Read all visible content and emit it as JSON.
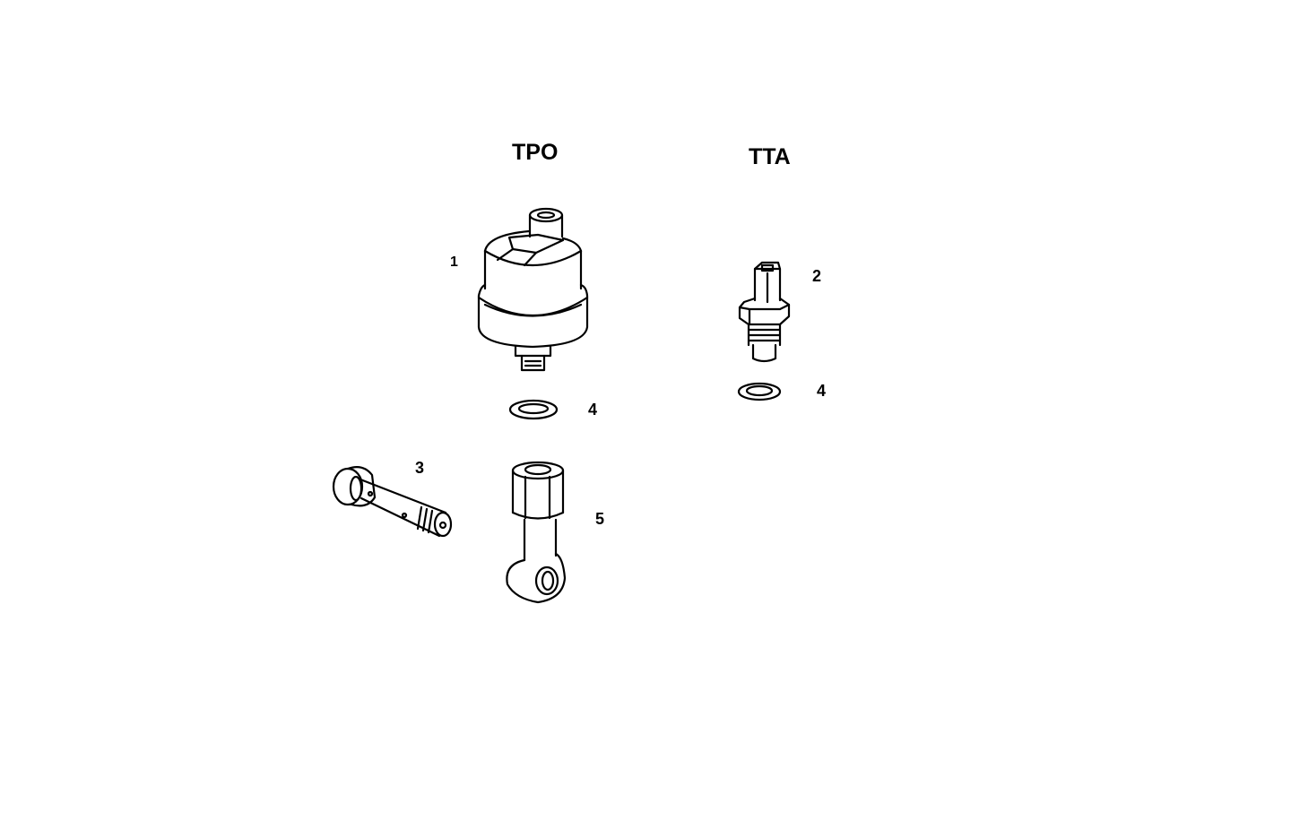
{
  "titles": {
    "left": "TPO",
    "right": "TTA"
  },
  "callouts": {
    "p1": "1",
    "p2": "2",
    "p3": "3",
    "p4a": "4",
    "p4b": "4",
    "p5": "5"
  }
}
